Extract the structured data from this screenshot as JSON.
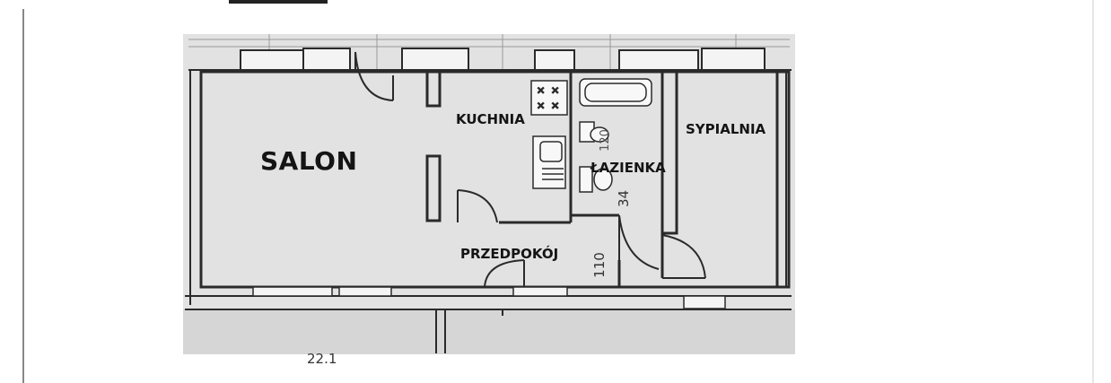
{
  "rooms": {
    "salon": "SALON",
    "kuchnia": "KUCHNIA",
    "lazienka": "ŁAZIENKA",
    "sypialnia": "SYPIALNIA",
    "przedpokoj": "PRZEDPOKÓJ"
  },
  "dimensions": {
    "bathroom_door": "34",
    "hall_width": "110",
    "bath_fixture": "120",
    "apartment_number": "22.1"
  },
  "colors": {
    "paper": "#ffffff",
    "scan": "#e2e2e2",
    "wall": "#2a2a2a"
  }
}
